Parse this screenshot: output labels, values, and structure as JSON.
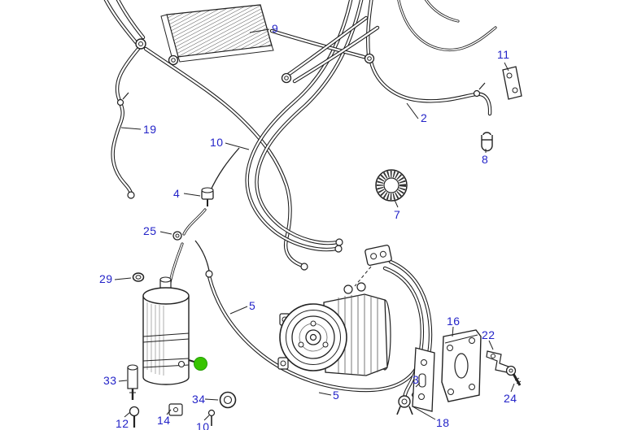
{
  "diagram": {
    "colors": {
      "background": "#ffffff",
      "line": "#1b1b1b",
      "label": "#2323c8",
      "highlight": "#38c400"
    },
    "labels": [
      {
        "id": "part-9",
        "text": "9"
      },
      {
        "id": "part-11",
        "text": "11"
      },
      {
        "id": "part-2",
        "text": "2"
      },
      {
        "id": "part-19",
        "text": "19"
      },
      {
        "id": "part-10-upper",
        "text": "10"
      },
      {
        "id": "part-8",
        "text": "8"
      },
      {
        "id": "part-4",
        "text": "4"
      },
      {
        "id": "part-7",
        "text": "7"
      },
      {
        "id": "part-25",
        "text": "25"
      },
      {
        "id": "part-29",
        "text": "29"
      },
      {
        "id": "part-5-upper",
        "text": "5"
      },
      {
        "id": "part-16",
        "text": "16"
      },
      {
        "id": "part-22",
        "text": "22"
      },
      {
        "id": "part-33",
        "text": "33"
      },
      {
        "id": "part-34",
        "text": "34"
      },
      {
        "id": "part-3",
        "text": "3"
      },
      {
        "id": "part-24",
        "text": "24"
      },
      {
        "id": "part-5-lower",
        "text": "5"
      },
      {
        "id": "part-12",
        "text": "12"
      },
      {
        "id": "part-14",
        "text": "14"
      },
      {
        "id": "part-10-lower",
        "text": "10"
      },
      {
        "id": "part-18",
        "text": "18"
      }
    ],
    "marker": {
      "shape": "circle",
      "color": "#38c400"
    }
  }
}
